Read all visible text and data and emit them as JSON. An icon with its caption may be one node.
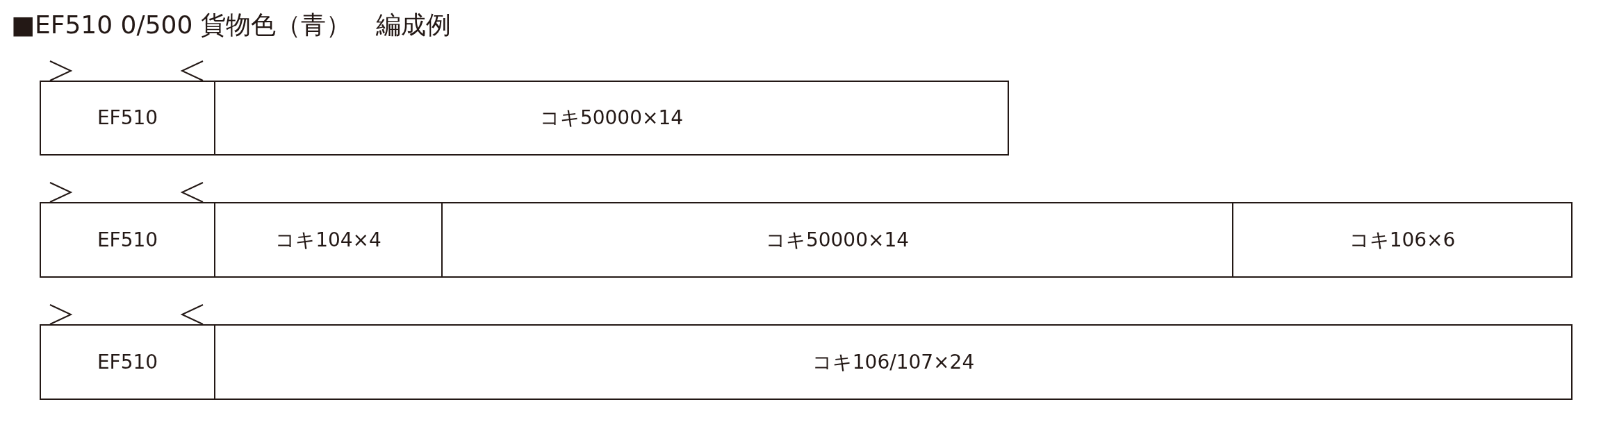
{
  "diagram": {
    "title": "■EF510 0/500 貨物色（青）　編成例",
    "nodes": [
      {
        "text": [
          "EF510"
        ]
      },
      {
        "text": [
          "コキ50000×14"
        ]
      },
      {
        "text": [
          "EF510"
        ]
      },
      {
        "text": [
          "コキ104×4"
        ]
      },
      {
        "text": [
          "コキ50000×14"
        ]
      },
      {
        "text": [
          "コキ106×6"
        ]
      },
      {
        "text": [
          "EF510"
        ]
      },
      {
        "text": [
          "コキ106/107×24"
        ]
      }
    ]
  }
}
